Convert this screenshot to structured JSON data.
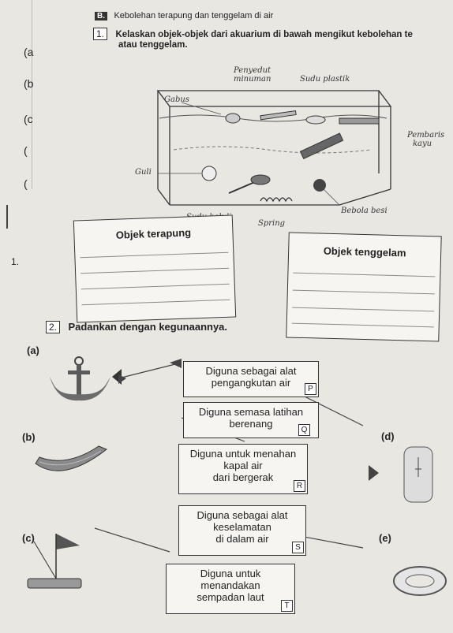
{
  "section": {
    "number": "B.",
    "title": "Kebolehan terapung dan tenggelam di air"
  },
  "q1": {
    "number": "1.",
    "text_line1": "Kelaskan objek-objek dari akuarium di bawah mengikut kebolehan te",
    "text_line2": "atau tenggelam."
  },
  "aquarium_labels": {
    "penyedut": "Penyedut",
    "minuman": "minuman",
    "sudu_plastik": "Sudu plastik",
    "gabus": "Gabus",
    "pembaris": "Pembaris",
    "kayu": "kayu",
    "guli": "Guli",
    "bebola_besi": "Bebola besi",
    "sudu_keluli": "Sudu keluli",
    "spring": "Spring"
  },
  "table_floating": {
    "header": "Objek terapung"
  },
  "table_sinking": {
    "header": "Objek tenggelam"
  },
  "q2": {
    "number": "2.",
    "text": "Padankan dengan kegunaannya."
  },
  "labels": {
    "a": "(a)",
    "b": "(b)",
    "c": "(c)",
    "d": "(d)",
    "e": "(e)"
  },
  "left_margin": {
    "a": "(a",
    "b": "(b",
    "c": "(c",
    "d": "(",
    "e": "(",
    "one": "1."
  },
  "uses": [
    {
      "lines": [
        "Diguna sebagai alat",
        "pengangkutan air"
      ],
      "tag": "P"
    },
    {
      "lines": [
        "Diguna semasa latihan",
        "berenang"
      ],
      "tag": "Q"
    },
    {
      "lines": [
        "Diguna untuk menahan",
        "kapal air",
        "dari bergerak"
      ],
      "tag": "R"
    },
    {
      "lines": [
        "Diguna sebagai alat",
        "keselamatan",
        "di dalam air"
      ],
      "tag": "S"
    },
    {
      "lines": [
        "Diguna untuk",
        "menandakan",
        "sempadan laut"
      ],
      "tag": "T"
    }
  ]
}
